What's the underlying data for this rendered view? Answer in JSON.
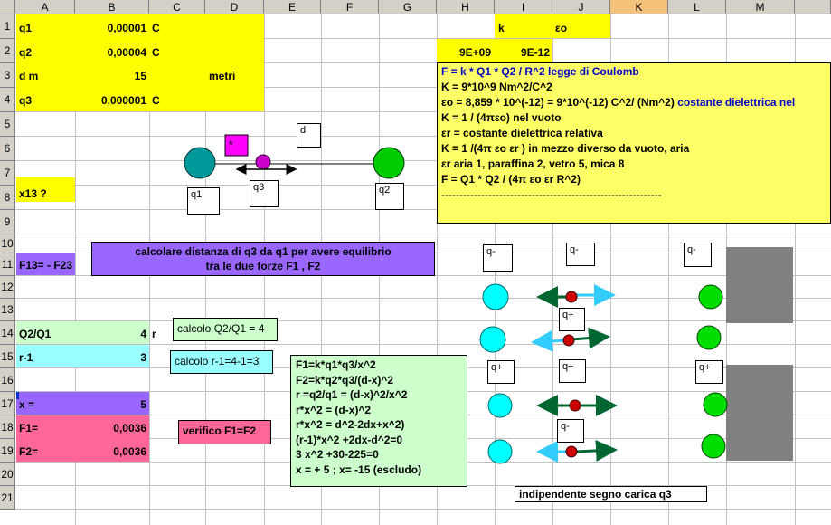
{
  "columns": [
    "A",
    "B",
    "C",
    "D",
    "E",
    "F",
    "G",
    "H",
    "I",
    "J",
    "K",
    "L",
    "M"
  ],
  "rows": [
    "1",
    "2",
    "3",
    "4",
    "5",
    "6",
    "7",
    "8",
    "9",
    "10",
    "11",
    "12",
    "13",
    "14",
    "15",
    "16",
    "17",
    "18",
    "19",
    "20",
    "21"
  ],
  "selected_column": "K",
  "colors": {
    "yellow": "#ffff00",
    "purple": "#9966ff",
    "pink": "#ff6699",
    "lightblue": "#99ffff",
    "lightgreen": "#ccffcc",
    "gray": "#808080",
    "cyan": "#00ffff",
    "green": "#00cc00",
    "red": "#cc0000",
    "teal": "#009999",
    "magenta": "#ff00ff",
    "blue_arrow": "#33ccff",
    "green_arrow": "#006633"
  },
  "cells": {
    "a1": "q1",
    "b1": "0,00001",
    "c1": "C",
    "a2": "q2",
    "b2": "0,00004",
    "c2": "C",
    "a3": "d m",
    "b3": "15",
    "d3": "metri",
    "a4": "q3",
    "b4": "0,000001",
    "c4": "C",
    "a8": "x13 ?",
    "a11": "F13= - F23",
    "a14": "Q2/Q1",
    "b14": "4",
    "c14": "r",
    "a15": "r-1",
    "b15": "3",
    "a17": "x =",
    "b17": "5",
    "a18": "F1=",
    "b18": "0,0036",
    "a19": "F2=",
    "b19": "0,0036",
    "i1": "k",
    "j1": "εo",
    "h2": "9E+09",
    "i2": "9E-12"
  },
  "boxes": {
    "calc_title_1": "calcolare distanza di q3 da q1 per avere equilibrio",
    "calc_title_2": "tra le due forze F1 , F2",
    "calcolo_q2q1": "calcolo Q2/Q1 = 4",
    "calcolo_r1": "calcolo r-1=4-1=3",
    "verifico": "verifico F1=F2",
    "indipendente": "indipendente segno carica q3"
  },
  "coulomb_notes": [
    "F = k * Q1 * Q2 / R^2  legge di Coulomb",
    "K = 9*10^9  Nm^2/C^2",
    "εo = 8,859 * 10^(-12) = 9*10^(-12) C^2/ (Nm^2)",
    "K = 1 / (4πεo)  nel vuoto",
    "εr = costante dielettrica relativa",
    "K = 1 /(4π εo εr ) in mezzo diverso da vuoto, aria",
    "εr aria 1, paraffina 2, vetro 5, mica 8",
    "F = Q1 * Q2 / (4π εo εr R^2)",
    "-------------------------------------------------------------"
  ],
  "coulomb_note1_suffix": "costante dielettrica nel",
  "equations": [
    "F1=k*q1*q3/x^2",
    "F2=k*q2*q3/(d-x)^2",
    "r =q2/q1 = (d-x)^2/x^2",
    "r*x^2 = (d-x)^2",
    "r*x^2 = d^2-2dx+x^2)",
    "(r-1)*x^2 +2dx-d^2=0",
    "3 x^2 +30-225=0",
    "x = + 5 ; x= -15 (escludo)"
  ],
  "diagram_labels": {
    "q1": "q1",
    "q2": "q2",
    "q3": "q3",
    "d": "d",
    "star": "*",
    "m11a": "q-",
    "m11b": "q-",
    "m11c": "q-",
    "m14": "q+",
    "m16a": "q+",
    "m16b": "q+",
    "m16c": "q+",
    "m18": "q-"
  }
}
